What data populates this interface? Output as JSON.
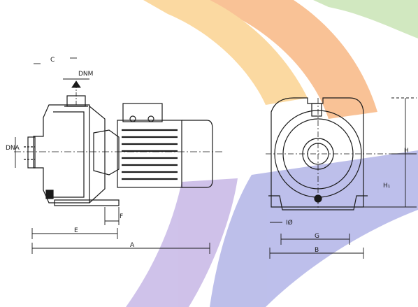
{
  "drawing": {
    "watermark_colors": {
      "orange": "#f6a25f",
      "amber": "#f9c56f",
      "green": "#b9dc9f",
      "blue": "#9a9de0",
      "violet": "#b6a1de"
    },
    "ink_color": "#1a1a1a"
  },
  "dimensions": {
    "c": "C",
    "dnm": "DNM",
    "dna": "DNA",
    "e": "E",
    "f": "F",
    "a": "A",
    "h": "H",
    "h1": "H₁",
    "g": "G",
    "b": "B",
    "i": "IØ"
  }
}
